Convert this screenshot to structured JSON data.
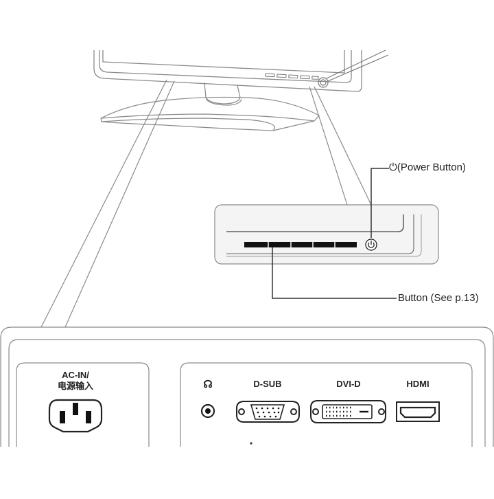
{
  "callouts": {
    "power_glyph": "⏻",
    "power_button": "(Power Button)",
    "button": "Button (See p.13)"
  },
  "ports": {
    "ac_in_line1": "AC-IN/",
    "ac_in_line2": "电源输入",
    "headphone_glyph": "☊",
    "dsub": "D-SUB",
    "dvid": "DVI-D",
    "hdmi": "HDMI"
  },
  "colors": {
    "line": "#8a8a8a",
    "dark_line": "#333333",
    "panel_fill": "#f4f4f4",
    "black": "#111111"
  }
}
